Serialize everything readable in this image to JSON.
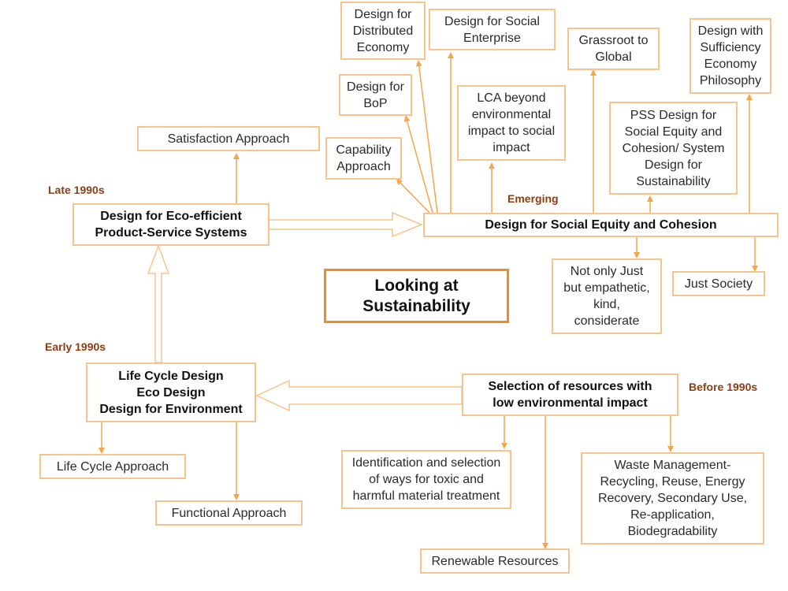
{
  "title": "Looking at\nSustainability",
  "eras": {
    "late_1990s": "Late 1990s",
    "early_1990s": "Early 1990s",
    "before_1990s": "Before 1990s",
    "emerging": "Emerging"
  },
  "main_nodes": {
    "pss": "Design for Eco-efficient\nProduct-Service Systems",
    "lifecycle": "Life Cycle Design\nEco Design\nDesign for Environment",
    "selection": "Selection of resources with\nlow environmental impact",
    "social": "Design for Social Equity and Cohesion"
  },
  "pss_children": {
    "satisfaction": "Satisfaction Approach"
  },
  "lifecycle_children": {
    "lca_approach": "Life Cycle Approach",
    "functional": "Functional Approach"
  },
  "selection_children": {
    "toxic": "Identification and selection\nof ways for toxic and\nharmful material treatment",
    "renewable": "Renewable Resources",
    "waste": "Waste Management-\nRecycling, Reuse, Energy\nRecovery, Secondary Use,\nRe-application,\nBiodegradability"
  },
  "social_children": {
    "distributed": "Design for\nDistributed\nEconomy",
    "social_enterprise": "Design for Social\nEnterprise",
    "bop": "Design for\nBoP",
    "capability": "Capability\nApproach",
    "lca_social": "LCA beyond\nenvironmental\nimpact to social\nimpact",
    "grassroot": "Grassroot to\nGlobal",
    "pss_social": "PSS Design for\nSocial Equity and\nCohesion/ System\nDesign for\nSustainability",
    "sufficiency": "Design with\nSufficiency\nEconomy\nPhilosophy",
    "empathetic": "Not only Just\nbut empathetic,\nkind,\nconsiderate",
    "just_society": "Just Society"
  },
  "colors": {
    "box_border": "#f8c38c",
    "arrow": "#f5a54a",
    "title_border": "#f18a1f",
    "era_text": "#8b3e12"
  }
}
